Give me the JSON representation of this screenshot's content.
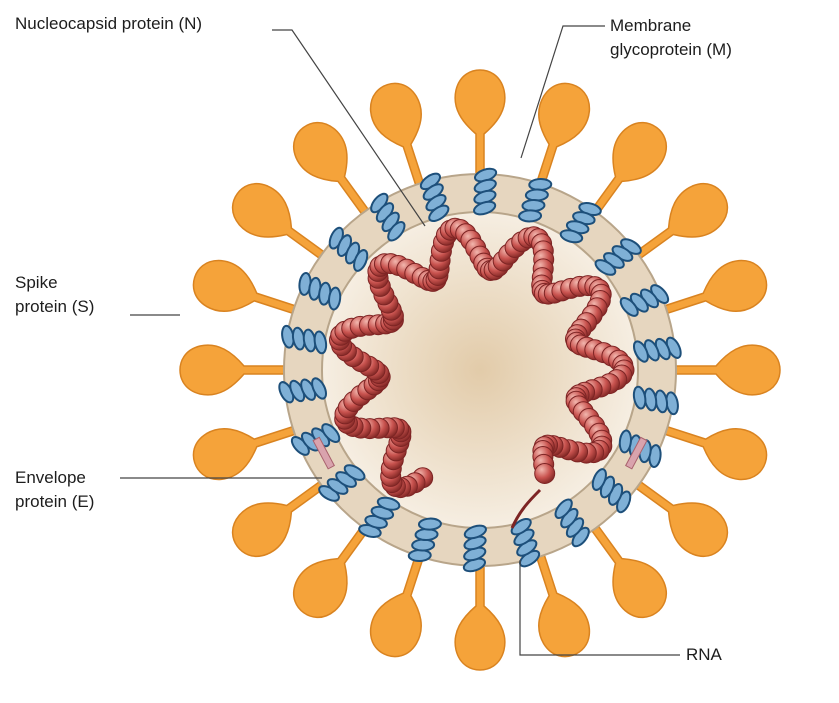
{
  "labels": {
    "nucleocapsid": "Nucleocapsid protein (N)",
    "membrane_line1": "Membrane",
    "membrane_line2": "glycoprotein (M)",
    "spike_line1": "Spike",
    "spike_line2": "protein (S)",
    "envelope_line1": "Envelope",
    "envelope_line2": "protein (E)",
    "rna": "RNA"
  },
  "colors": {
    "spike": "#f5a33a",
    "spike_edge": "#d98320",
    "envelope_ring": "#e6d6bf",
    "envelope_edge": "#b8a58a",
    "interior": "#efe3d1",
    "membrane_protein": "#7fb0d6",
    "membrane_protein_dark": "#1d4f7a",
    "envelope_protein": "#d9a3ad",
    "nucleocapsid": "#c9534f",
    "nucleocapsid_dark": "#7d2424",
    "leader": "#444444"
  }
}
